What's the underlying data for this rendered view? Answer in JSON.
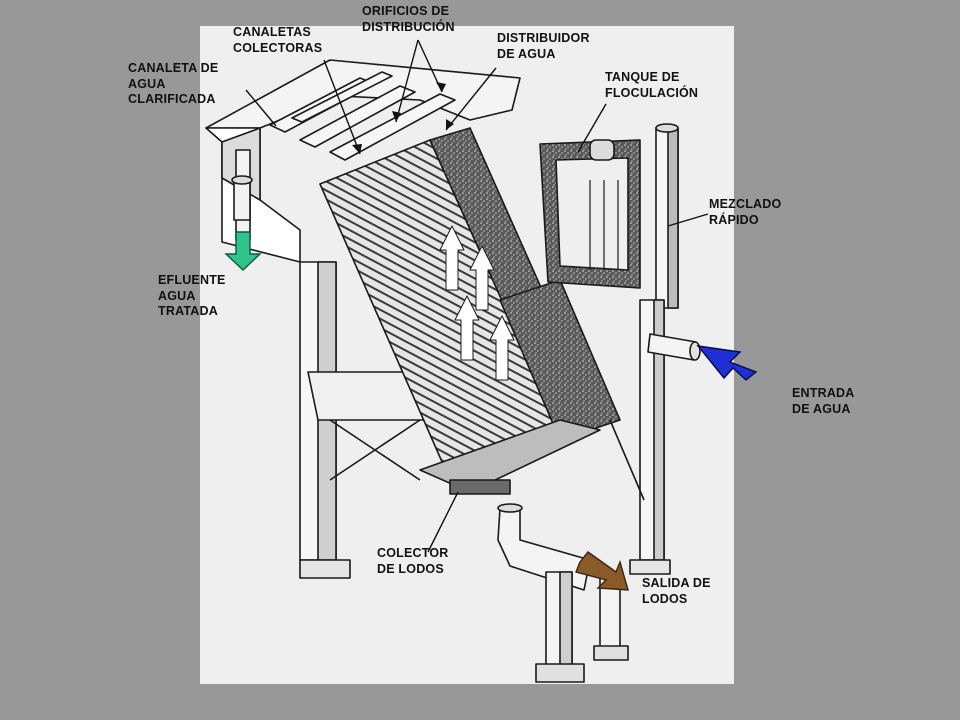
{
  "labels": {
    "orificios": "ORIFICIOS DE\nDISTRIBUCIÓN",
    "canaletas_colectoras": "CANALETAS\nCOLECTORAS",
    "distribuidor": "DISTRIBUIDOR\nDE AGUA",
    "canaleta_clarificada": "CANALETA  DE\nAGUA\nCLARIFICADA",
    "tanque_floculacion": "TANQUE  DE\nFLOCULACIÓN",
    "mezclado_rapido": "MEZCLADO\nRÁPIDO",
    "efluente": "EFLUENTE\nAGUA\nTRATADA",
    "entrada_agua": "ENTRADA\nDE AGUA",
    "colector_lodos": "COLECTOR\nDE LODOS",
    "salida_lodos": "SALIDA  DE\nLODOS"
  },
  "colors": {
    "background": "#989898",
    "drawing_panel": "#efefef",
    "efluente_arrow": "#2ec48c",
    "entrada_arrow": "#1f2fd6",
    "salida_arrow": "#8a5a2b"
  }
}
